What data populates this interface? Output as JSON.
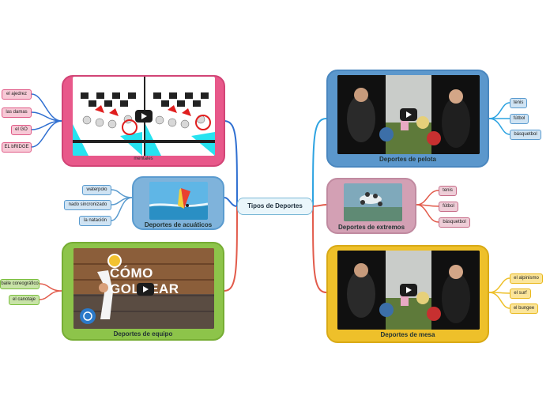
{
  "center": {
    "label": "Tipos de Deportes"
  },
  "colors": {
    "pink": "#e8588a",
    "blue": "#5b97cc",
    "green": "#8dc44a",
    "mauve": "#d3a0b4",
    "yellow": "#eec02a",
    "line_left_top": "#2f6fd1",
    "line_red": "#e25b4b",
    "line_right": "#2da3e1"
  },
  "nodes": {
    "mentales": {
      "caption": "mentales",
      "image": "chess-board-video",
      "leaves": [
        "el ajedrez",
        "las damas",
        "el GO",
        "EL bRIDGE"
      ]
    },
    "acuaticos": {
      "caption": "Deportes de acuáticos",
      "image": "windsurf-photo",
      "leaves": [
        "waterpolo",
        "nado sincronizado",
        "la natación"
      ]
    },
    "equipo": {
      "caption": "Deportes de equipo",
      "image": "volleyball-video",
      "video_title": "CÓMO GOLPEAR",
      "leaves": [
        "baile coreográfico",
        "el canotaje"
      ]
    },
    "pelota": {
      "caption": "Deportes de pelota",
      "image": "group-video",
      "leaves": [
        "tenis",
        "fútbol",
        "básquetbol"
      ]
    },
    "extremos": {
      "caption": "Deportes de extremos",
      "image": "skydiving-photo",
      "leaves": [
        "tenis",
        "fútbol",
        "básquetbol"
      ]
    },
    "mesa": {
      "caption": "Deportes de mesa",
      "image": "group-video",
      "leaves": [
        "el alpinismo",
        "el surf",
        "el bungee"
      ]
    }
  }
}
